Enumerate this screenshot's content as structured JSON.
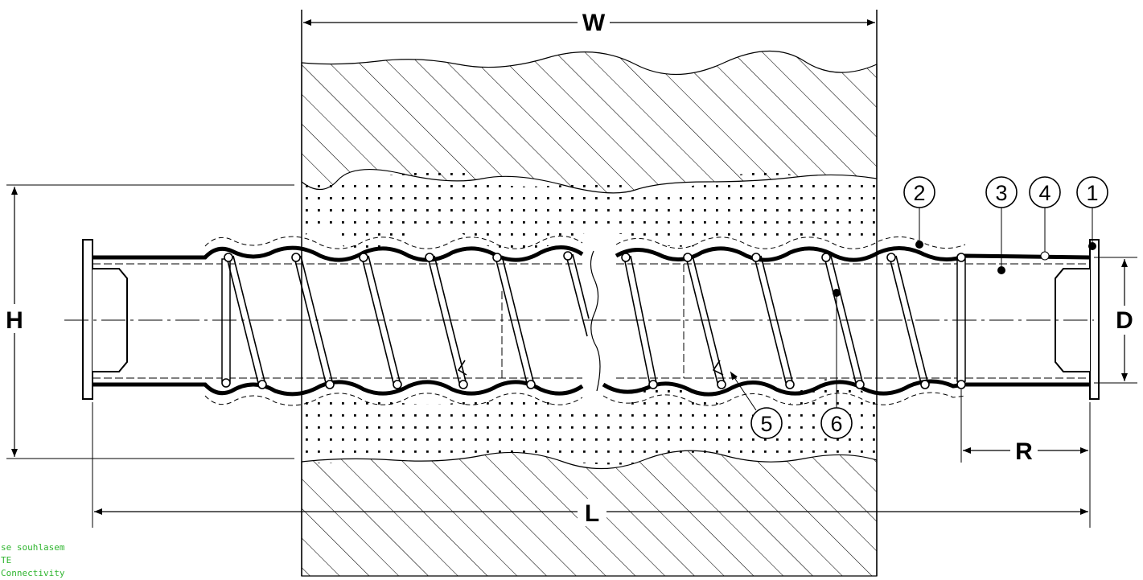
{
  "dimensions": {
    "width_label": "W",
    "height_label": "H",
    "length_label": "L",
    "diameter_label": "D",
    "r_label": "R"
  },
  "callouts": [
    "1",
    "2",
    "3",
    "4",
    "5",
    "6"
  ],
  "stamp": {
    "line1": "se souhlasem",
    "line2": "TE",
    "line3": "Connectivity"
  },
  "colors": {
    "line": "#000000",
    "stamp": "#2fb52f",
    "background": "#ffffff"
  }
}
